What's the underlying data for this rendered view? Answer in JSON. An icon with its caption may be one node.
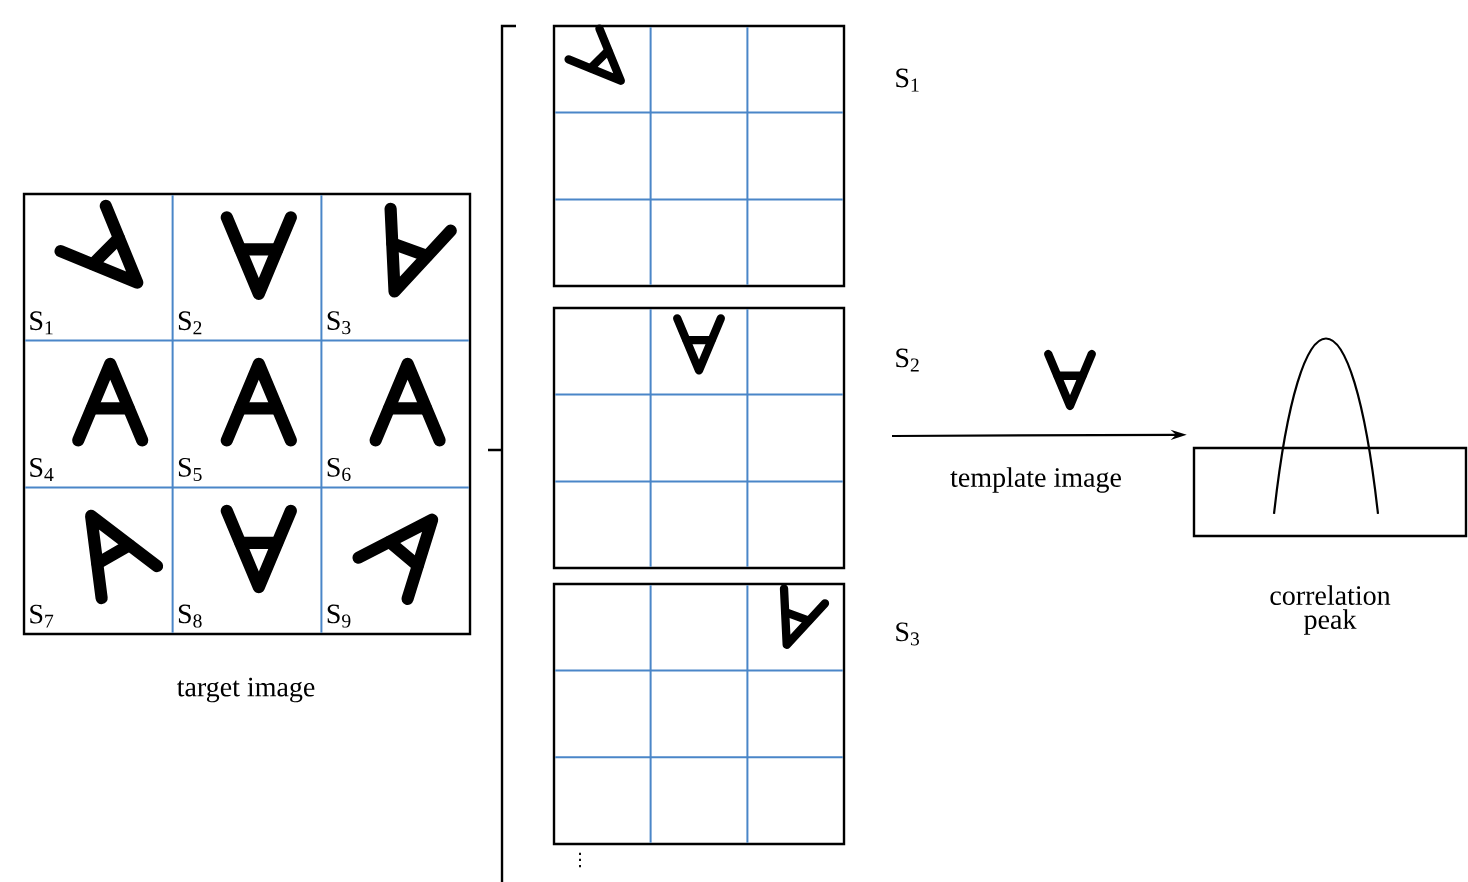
{
  "diagram": {
    "nodes": [
      {
        "text": [
          "S$_{1}$",
          "S$_{2}$",
          "S$_{3}$",
          "S$_{4}$",
          "S$_{5}$",
          "S$_{6}$",
          "S$_{7}$",
          "S$_{8}$",
          "S$_{9}$"
        ],
        "beside": [
          "target image"
        ]
      },
      {
        "text": [],
        "shape": "box",
        "beside": [
          "S$_{1}$"
        ]
      },
      {
        "text": [],
        "shape": "box",
        "beside": [
          "S$_{2}$"
        ]
      },
      {
        "text": [],
        "shape": "box",
        "beside": [
          "S$_{3}$"
        ]
      },
      {
        "text": [],
        "shape": "box",
        "beside": [
          "correlation peak"
        ]
      }
    ],
    "edges": [
      {
        "from": null,
        "to": 4,
        "arrow": "to",
        "label": "template image"
      }
    ],
    "labels": [
      "⋮"
    ]
  }
}
